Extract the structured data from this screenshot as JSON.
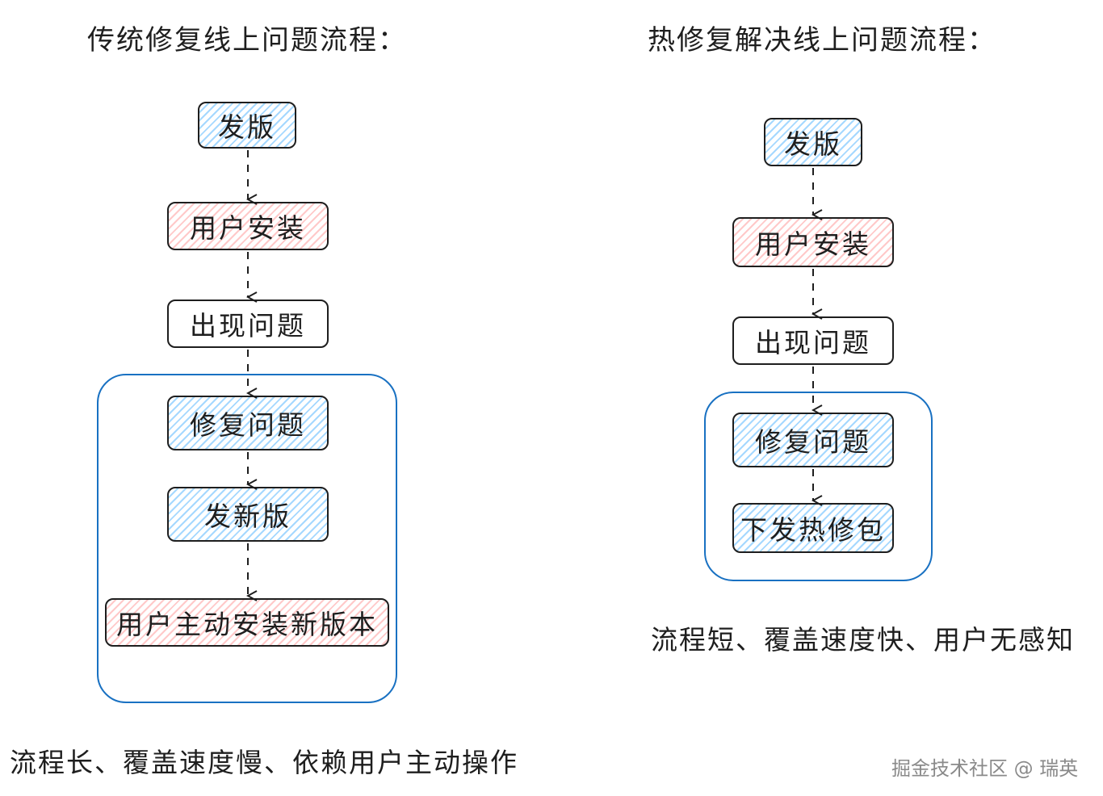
{
  "left": {
    "title": "传统修复线上问题流程：",
    "steps": [
      "发版",
      "用户安装",
      "出现问题",
      "修复问题",
      "发新版",
      "用户主动安装新版本"
    ],
    "caption": "流程长、覆盖速度慢、依赖用户主动操作"
  },
  "right": {
    "title": "热修复解决线上问题流程：",
    "steps": [
      "发版",
      "用户安装",
      "出现问题",
      "修复问题",
      "下发热修包"
    ],
    "caption": "流程短、覆盖速度快、用户无感知"
  },
  "watermark": "掘金技术社区 @ 瑞英",
  "colors": {
    "stroke": "#1e1e1e",
    "blue_fill": "#a5d8ff",
    "red_fill": "#ffc9c9",
    "group_border": "#1971c2"
  }
}
